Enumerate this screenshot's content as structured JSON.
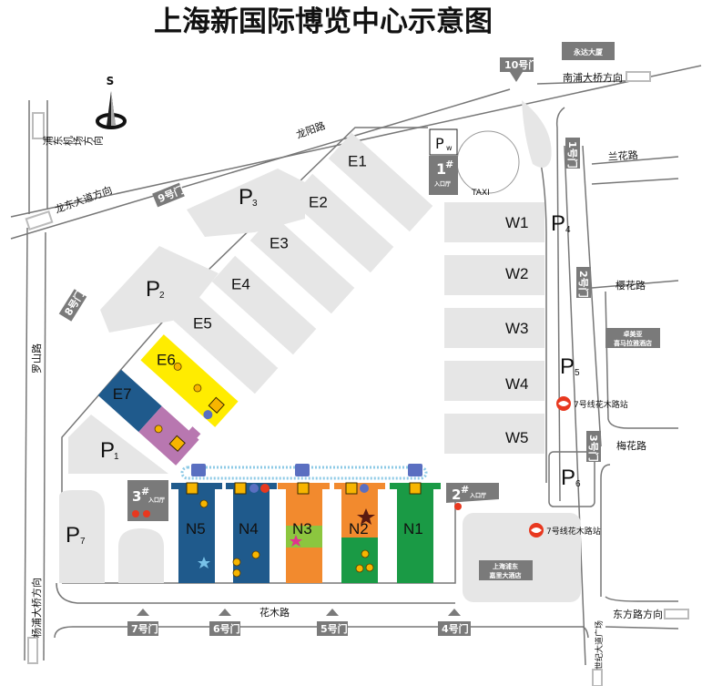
{
  "title": "上海新国际博览中心示意图",
  "compass": {
    "label": "S"
  },
  "roads": {
    "longyang": "龙阳路",
    "longdong": "龙东大道方向",
    "airport": "浦东机场方向",
    "luoshan": "罗山路",
    "yangpu": "杨浦大桥方向",
    "huamu": "花木路",
    "lanhua": "兰花路",
    "yinghua": "樱花路",
    "meihua": "梅花路",
    "dongfang": "东方路方向",
    "nanpu": "南浦大桥方向",
    "century": "世纪大道广场"
  },
  "gates": {
    "g1": "1号门",
    "g2": "2号门",
    "g3": "3号门",
    "g4": "4号门",
    "g5": "5号门",
    "g6": "6号门",
    "g7": "7号门",
    "g8": "8号门",
    "g9": "9号门",
    "g10": "10号门"
  },
  "halls": {
    "E1": "E1",
    "E2": "E2",
    "E3": "E3",
    "E4": "E4",
    "E5": "E5",
    "E6": "E6",
    "E7": "E7",
    "W1": "W1",
    "W2": "W2",
    "W3": "W3",
    "W4": "W4",
    "W5": "W5",
    "N1": "N1",
    "N2": "N2",
    "N3": "N3",
    "N4": "N4",
    "N5": "N5"
  },
  "parking": {
    "letter": "P",
    "P1": "1",
    "P2": "2",
    "P3": "3",
    "P4": "4",
    "P5": "5",
    "P6": "6",
    "P7": "7",
    "Pw": "w"
  },
  "entrances": {
    "e1_num": "1",
    "e2_num": "2",
    "e3_num": "3",
    "hash": "#",
    "label": "入口厅"
  },
  "taxi": "TAXI",
  "landmarks": {
    "yongda": "永达大厦",
    "jumeirah": [
      "卓美亚",
      "喜马拉雅酒店"
    ],
    "kerry": [
      "上海浦东",
      "嘉里大酒店"
    ],
    "metro1": "7号线花木路站",
    "metro2": "7号线花木路站"
  },
  "colors": {
    "E6": "#ffec00",
    "E7": "#1f5a8c",
    "E7b": "#b877b0",
    "N5": "#1f5a8c",
    "N4": "#1f5a8c",
    "N3": "#f28a2e",
    "N3band": "#8cc63f",
    "N2": "#f28a2e",
    "N2b": "#1a9a45",
    "N1": "#1a9a45",
    "metro": "#e8381f",
    "gate": "#7a7a7a",
    "lot": "#e6e6e6"
  }
}
